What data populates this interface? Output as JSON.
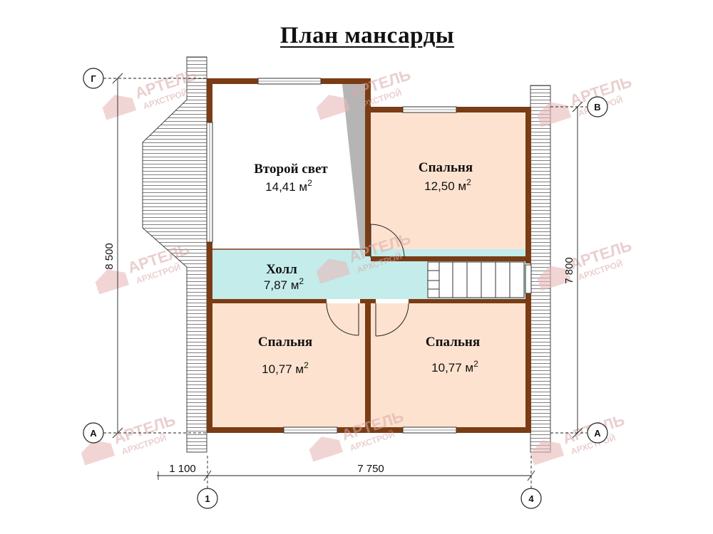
{
  "title": "План мансарды",
  "rooms": {
    "second_light": {
      "name": "Второй свет",
      "area": "14,41 м",
      "unit_sup": "2"
    },
    "bedroom_top_right": {
      "name": "Спальня",
      "area": "12,50 м",
      "unit_sup": "2"
    },
    "hall": {
      "name": "Холл",
      "area": "7,87 м",
      "unit_sup": "2"
    },
    "bedroom_bottom_left": {
      "name": "Спальня",
      "area": "10,77 м",
      "unit_sup": "2"
    },
    "bedroom_bottom_right": {
      "name": "Спальня",
      "area": "10,77 м",
      "unit_sup": "2"
    }
  },
  "dimensions": {
    "height_left": "8 500",
    "height_right": "7 800",
    "width_overhang": "1 100",
    "width_main": "7 750"
  },
  "axes": {
    "g": "Г",
    "v": "В",
    "a_left": "А",
    "a_right": "А",
    "one": "1",
    "four": "4"
  },
  "watermark": {
    "brand": "АРТЕЛЬ",
    "sub": "АРХСТРОЙ"
  },
  "colors": {
    "wall": "#7a3c14",
    "bedroom_fill": "#fde3cf",
    "hall_fill": "#c4ecea",
    "second_light_fill": "#ffffff",
    "roof_hatch": "#555555"
  }
}
